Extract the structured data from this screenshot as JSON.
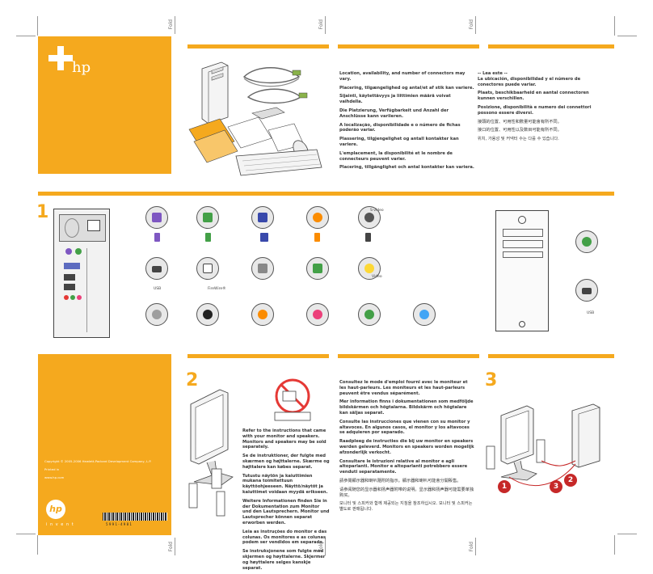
{
  "fold_label": "Fold",
  "brand": {
    "logo": "hp",
    "invent": "i n v e n t"
  },
  "colors": {
    "accent": "#f5a91e",
    "dark": "#333333"
  },
  "intro_left": [
    "Location, availability, and number of connectors may vary.",
    "Placering, tilgængelighed og antal/et af stik kan variere.",
    "Sijainti, käytettävyys ja liittimien määrä voivat vaihdella.",
    "Die Platzierung, Verfügbarkeit und Anzahl der Anschlüsse kann variieren.",
    "A localização, disponibilidade e o número de fichas poderão variar.",
    "Plassering, tilgjengelighet og antall kontakter kan variere.",
    "L'emplacement, la disponibilité et le nombre de connecteurs peuvent varier.",
    "Placering, tillgänglighet och antal kontakter kan variera."
  ],
  "intro_right": [
    "-- Lea este --\nLa ubicación, disponibilidad y el número de conectores puede variar.",
    "Plaats, beschikbaarheid en aantal connectoren kunnen verschillen.",
    "Posizione, disponibilità e numero dei connettori possono essere diversi.",
    "接頭的位置、可用性和數量可能會有所不同。",
    "接口的位置、可用性以及数目可能有所不同。",
    "위치, 가용성 및 커넥터 수는 다를 수 있습니다."
  ],
  "step1": {
    "num": "1",
    "port_labels": {
      "svideo": "S-video",
      "usb": "USB",
      "firewire": "FireWire®",
      "video": "Video",
      "usb_right": "USB"
    }
  },
  "step2": {
    "num": "2",
    "text_left": [
      "Refer to the instructions that came with your monitor and speakers. Monitors and speakers may be sold separately.",
      "Se de instruktioner, der fulgte med skærmen og højttalerne. Skærme og højttalere kan købes separat.",
      "Tutustu näytön ja kaiuttimien mukana toimitettuun käyttöohjeeseen. Näyttö/näytöt ja kaiuttimet voidaan myydä erikseen.",
      "Weitere Informationen finden Sie in der Dokumentation zum Monitor und den Lautsprechern. Monitor und Lautsprecher können separat erworben werden.",
      "Leia as instruções do monitor e das colunas. Os monitores e as colunas podem ser vendidos em separado.",
      "Se instruksjonene som fulgte med skjermen og høyttalerne. Skjermer og høyttalere selges kanskje separat."
    ],
    "text_right": [
      "Consultez le mode d'emploi fourni avec le moniteur et les haut-parleurs. Les moniteurs et les haut-parleurs peuvent être vendus séparément.",
      "Mer information finns i dokumentationen som medföljde bildskärmen och högtalarna. Bildskärm och högtalare kan säljas separat.",
      "Consulte las instrucciones que vienen con su monitor y altavoces. En algunos casos, el monitor y los altavoces se adquieren por separado.",
      "Raadpleeg de instructies die bij uw monitor en speakers werden geleverd. Monitors en speakers worden mogelijk afzonderlijk verkocht.",
      "Consultare le istruzioni relative al monitor e agli altoparlanti. Monitor e altoparlanti potrebbero essere venduti separatamente.",
      "請參閱顯示器和喇叭隨附的指示。顯示器和喇叭可能會分開販售。",
      "请参阅随您的显示器和扬声器附带的说明。显示器和扬声器可能需要单独购买。",
      "모니터 및 스피커와 함께 제공되는 지침을 참조하십시오. 모니터 및 스피커는 별도로 판매됩니다."
    ]
  },
  "step3": {
    "num": "3",
    "callouts": [
      "1",
      "2",
      "3"
    ]
  },
  "cover": {
    "copyright": "Copyright © 2005-2006 Hewlett-Packard Development Company, L.P.",
    "printed": "Printed in",
    "url": "www.hp.com",
    "part_number": "5 9 9 1 - 4 9 8 1"
  }
}
